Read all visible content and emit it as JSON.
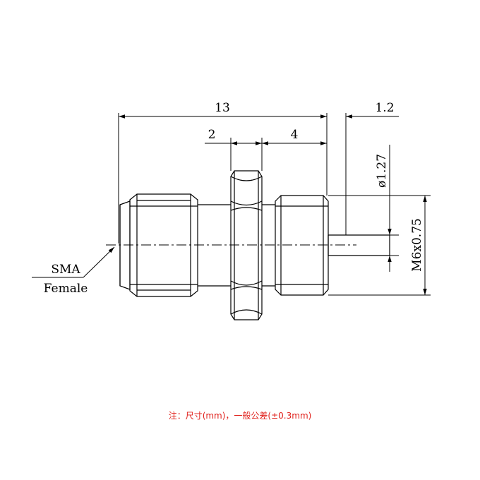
{
  "dimensions": {
    "overall_length": "13",
    "pin_protrusion": "1.2",
    "nut_width": "2",
    "thread_length": "4",
    "pin_diameter": "ø1.27",
    "thread_spec": "M6x0.75"
  },
  "callout": {
    "line1": "SMA",
    "line2": "Female"
  },
  "note": {
    "text": "注：尺寸(mm)，一般公差(±0.3mm)",
    "color": "#e0201b"
  },
  "colors": {
    "line": "#000000",
    "background": "#ffffff"
  }
}
